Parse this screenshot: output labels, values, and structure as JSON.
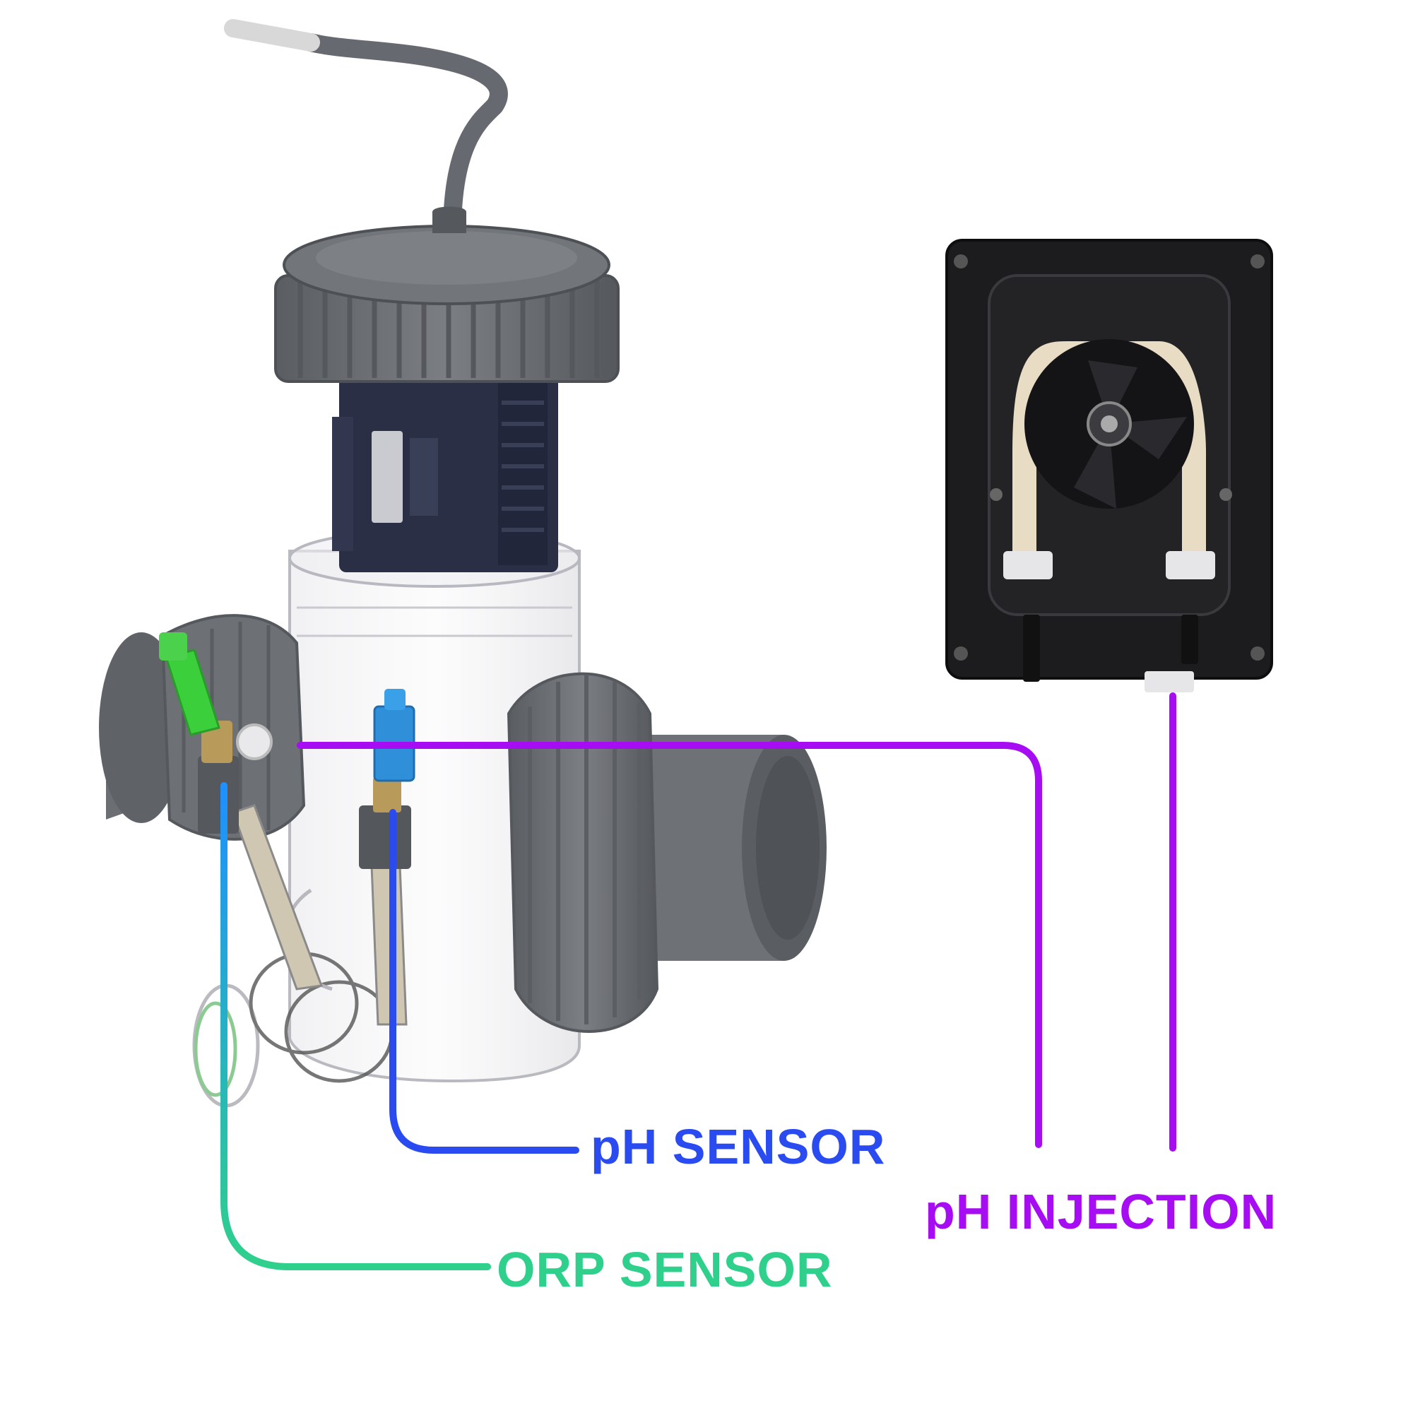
{
  "labels": {
    "ph_sensor": "pH SENSOR",
    "orp_sensor": "ORP SENSOR",
    "ph_injection": "pH INJECTION"
  },
  "colors": {
    "ph_sensor": "#2a4bf0",
    "orp_sensor": "#2fd08c",
    "orp_gradient_top": "#1e90ff",
    "ph_injection": "#a60df2",
    "body_gray": "#6d7074",
    "body_dark": "#4a4d52",
    "module_navy": "#2b2f45",
    "pump_black": "#1c1c1e",
    "orp_cap": "#3ccf3c",
    "ph_cap": "#2f8fd8"
  },
  "icons": {
    "cell": "salt-chlorinator-cell-illustration",
    "pump": "peristaltic-pump-illustration"
  }
}
